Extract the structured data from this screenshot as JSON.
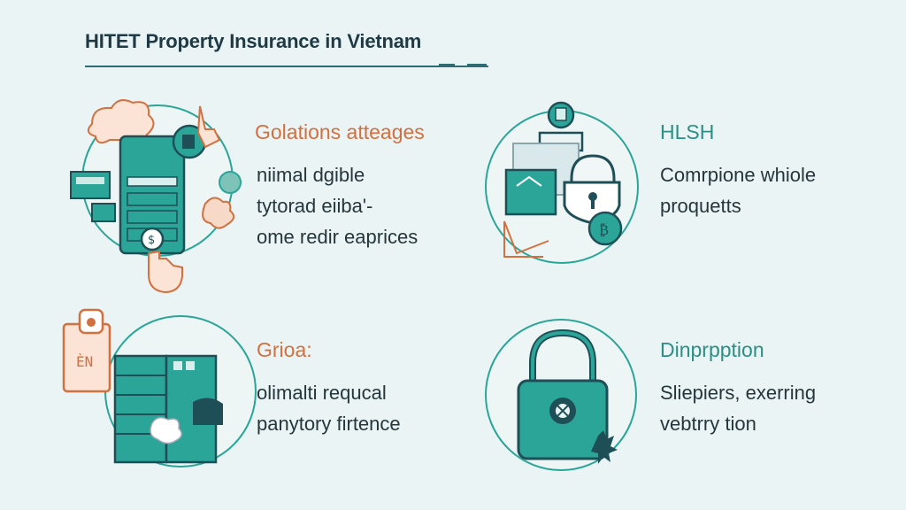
{
  "page": {
    "title": "HITET Property Insurance in Vietnam"
  },
  "sections": [
    {
      "heading": "Golations atteages",
      "lines": [
        "niimal dgible",
        "tytorad eiiba'-",
        "ome redir eaprices"
      ]
    },
    {
      "heading": "HLSH",
      "lines": [
        "Comrpione whiole",
        "proquetts"
      ]
    },
    {
      "heading": "Grioa:",
      "lines": [
        "olimalti requcal",
        "panytory firtence"
      ]
    },
    {
      "heading": "Dinprpption",
      "lines": [
        "Sliepiers, exerring",
        "vebtrry tion"
      ]
    }
  ],
  "icons": {
    "s1": "phone-hand-illustration-icon",
    "s2": "lock-shield-computer-illustration-icon",
    "s3": "document-server-illustration-icon",
    "s4": "padlock-illustration-icon"
  },
  "colors": {
    "teal": "#2aa598",
    "teal_dark": "#2b8f86",
    "orange": "#d2703f",
    "ink": "#25363c"
  }
}
